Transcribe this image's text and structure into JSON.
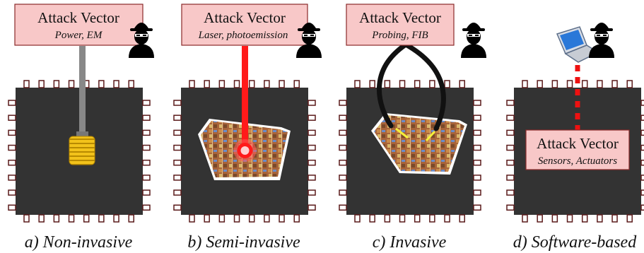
{
  "colors": {
    "box_fill": "#f8c8c8",
    "box_stroke": "#8a2a2a",
    "chip_body": "#333333",
    "pin_fill": "#ffffff",
    "pin_stroke": "#5a1a1a",
    "probe_gray": "#888888",
    "spring": "#f2c21b",
    "laser_red": "#ff1a1a",
    "wire_black": "#111111",
    "die_bg": "#b06a3a"
  },
  "panels": [
    {
      "box": {
        "title": "Attack Vector",
        "subtitle": "Power, EM"
      },
      "caption": "a) Non-invasive",
      "icons": [
        "hacker-icon",
        "spring-probe-icon"
      ]
    },
    {
      "box": {
        "title": "Attack Vector",
        "subtitle": "Laser, photoemission"
      },
      "caption": "b) Semi-invasive",
      "icons": [
        "hacker-icon",
        "laser-beam-icon",
        "exposed-die-icon"
      ]
    },
    {
      "box": {
        "title": "Attack Vector",
        "subtitle": "Probing, FIB"
      },
      "caption": "c) Invasive",
      "icons": [
        "hacker-icon",
        "probe-wires-icon",
        "exposed-die-icon"
      ]
    },
    {
      "box": {
        "title": "Attack Vector",
        "subtitle": "Sensors, Actuators"
      },
      "caption": "d) Software-based",
      "icons": [
        "hacker-icon",
        "laptop-icon",
        "dotted-link-icon"
      ]
    }
  ]
}
